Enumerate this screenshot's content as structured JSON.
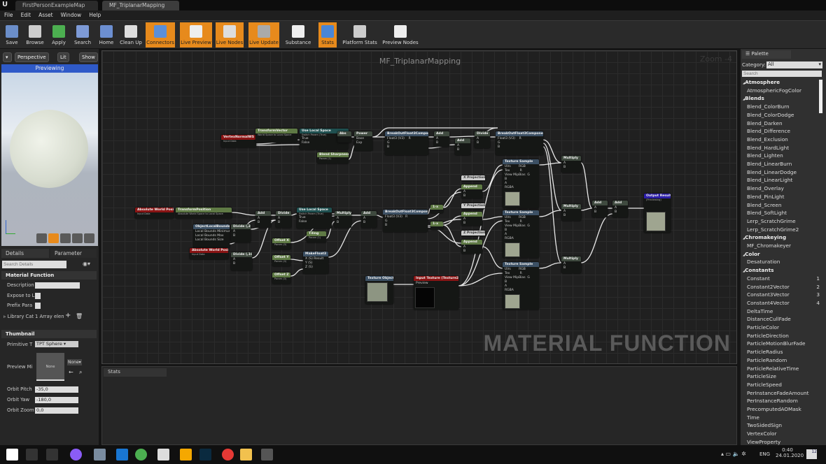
{
  "tabs": [
    {
      "label": "FirstPersonExampleMap"
    },
    {
      "label": "MF_TriplanarMapping"
    }
  ],
  "menu": [
    "File",
    "Edit",
    "Asset",
    "Window",
    "Help"
  ],
  "toolbar": [
    {
      "label": "Save",
      "active": false,
      "icon": "save-icon"
    },
    {
      "label": "Browse",
      "active": false,
      "icon": "browse-icon"
    },
    {
      "label": "Apply",
      "active": false,
      "icon": "apply-check-icon"
    },
    {
      "label": "Search",
      "active": false,
      "icon": "search-icon"
    },
    {
      "label": "Home",
      "active": false,
      "icon": "home-icon"
    },
    {
      "label": "Clean Up",
      "active": false,
      "icon": "clean-up-icon"
    },
    {
      "label": "Connectors",
      "active": true,
      "icon": "connectors-icon"
    },
    {
      "label": "Live Preview",
      "active": true,
      "icon": "live-preview-icon"
    },
    {
      "label": "Live Nodes",
      "active": true,
      "icon": "live-nodes-icon"
    },
    {
      "label": "Live Update",
      "active": true,
      "icon": "live-update-icon"
    },
    {
      "label": "Substance",
      "active": false,
      "icon": "substance-icon"
    },
    {
      "label": "Stats",
      "active": true,
      "icon": "stats-icon"
    },
    {
      "label": "Platform Stats",
      "active": false,
      "icon": "platform-stats-icon"
    },
    {
      "label": "Preview Nodes",
      "active": false,
      "icon": "preview-nodes-icon"
    }
  ],
  "viewport": {
    "perspective": "Perspective",
    "lit": "Lit",
    "show": "Show",
    "status": "Previewing"
  },
  "details": {
    "tab_details": "Details",
    "tab_parameter": "Parameter",
    "search_placeholder": "Search Details",
    "section_material_function": "Material Function",
    "description_label": "Description",
    "expose_label": "Expose to L",
    "prefix_label": "Prefix Para",
    "library_label": "Library Cat",
    "library_value": "1 Array elen",
    "section_thumbnail": "Thumbnail",
    "primitive_label": "Primitive T",
    "primitive_value": "TPT Sphere",
    "preview_label": "Preview Mi",
    "preview_none": "None",
    "preview_select": "None",
    "orbit_pitch_label": "Orbit Pitch",
    "orbit_pitch": "-35,0",
    "orbit_yaw_label": "Orbit Yaw",
    "orbit_yaw": "-180,0",
    "orbit_zoom_label": "Orbit Zoom",
    "orbit_zoom": "0,0"
  },
  "graph": {
    "title": "MF_TriplanarMapping",
    "zoom": "Zoom -4",
    "watermark": "MATERIAL FUNCTION",
    "nodes": [
      {
        "title": "VertexNormalWS",
        "sub": "Input Data",
        "color": "red",
        "pins": ""
      },
      {
        "title": "TransformVector",
        "sub": "World Space to Local Space",
        "color": "green",
        "pins": ""
      },
      {
        "title": "Use Local Space",
        "sub": "Switch Param (True)",
        "color": "teal",
        "pins": "True\nFalse"
      },
      {
        "title": "Abs",
        "color": "gray",
        "pins": ""
      },
      {
        "title": "Power",
        "color": "gray",
        "pins": "Base\nExp"
      },
      {
        "title": "Blend Sharpness",
        "sub": "Param (1)",
        "color": "green",
        "pins": ""
      },
      {
        "title": "BreakOutFloat3Components",
        "color": "blue",
        "pins": "Float3 (V3)    R\nG\nB"
      },
      {
        "title": "Add",
        "color": "gray",
        "pins": "A\nB"
      },
      {
        "title": "Add",
        "color": "gray",
        "pins": "A\nB"
      },
      {
        "title": "Divide",
        "color": "gray",
        "pins": "A\nB"
      },
      {
        "title": "BreakOutFloat3Components",
        "color": "blue",
        "pins": "Float3 (V3)    R\nG\nB"
      },
      {
        "title": "Absolute World Position",
        "sub": "Input Data",
        "color": "red",
        "pins": ""
      },
      {
        "title": "TransformPosition",
        "sub": "Absolute World Space to Local Space",
        "color": "green",
        "pins": ""
      },
      {
        "title": "ObjectLocalBounds",
        "color": "blue",
        "pins": "Local Bounds Minimum\nLocal Bounds Max\nLocal Bounds Size"
      },
      {
        "title": "Divide (,2)",
        "color": "gray",
        "pins": "A\nB"
      },
      {
        "title": "Absolute World Position",
        "sub": "Input Data",
        "color": "red",
        "pins": ""
      },
      {
        "title": "Divide (,100)",
        "color": "gray",
        "pins": "A\nB"
      },
      {
        "title": "Add",
        "color": "gray",
        "pins": "A\nB"
      },
      {
        "title": "Divide",
        "color": "gray",
        "pins": "A\nB"
      },
      {
        "title": "Use Local Space",
        "sub": "Switch Param (True)",
        "color": "teal",
        "pins": "True\nFalse"
      },
      {
        "title": "Multiply",
        "color": "gray",
        "pins": "A\nB"
      },
      {
        "title": "Add",
        "color": "gray",
        "pins": "A\nB"
      },
      {
        "title": "Tiling",
        "sub": "Param (1)",
        "color": "green",
        "pins": ""
      },
      {
        "title": "Offset X",
        "sub": "Param (0)",
        "color": "green",
        "pins": ""
      },
      {
        "title": "Offset Y",
        "sub": "Param (0)",
        "color": "green",
        "pins": ""
      },
      {
        "title": "Offset Z",
        "sub": "Param (0)",
        "color": "green",
        "pins": ""
      },
      {
        "title": "MakeFloat3",
        "color": "blue",
        "pins": "X (S) Result\nY (S)\nZ (S)"
      },
      {
        "title": "BreakOutFloat3Components",
        "color": "blue",
        "pins": "Float3 (V3)   R\nG\nB"
      },
      {
        "title": "1-x",
        "color": "green",
        "pins": ""
      },
      {
        "title": "1-x",
        "color": "green",
        "pins": ""
      },
      {
        "title": "X Projection",
        "color": "lbl",
        "pins": ""
      },
      {
        "title": "Append",
        "color": "green",
        "pins": "A\nB"
      },
      {
        "title": "Y Projection",
        "color": "lbl",
        "pins": ""
      },
      {
        "title": "Append",
        "color": "green",
        "pins": "A\nB"
      },
      {
        "title": "Z Projection",
        "color": "lbl",
        "pins": ""
      },
      {
        "title": "Append",
        "color": "green",
        "pins": "A\nB"
      },
      {
        "title": "Texture Sample",
        "color": "blue",
        "pins": "UVs        RGB\nTex          R\nView MipBias  G\nB\nA\nRGBA"
      },
      {
        "title": "Texture Sample",
        "color": "blue",
        "pins": "UVs        RGB\nTex          R\nView MipBias  G\nB\nA\nRGBA"
      },
      {
        "title": "Texture Sample",
        "color": "blue",
        "pins": "UVs        RGB\nTex          R\nView MipBias  G\nB\nA\nRGBA"
      },
      {
        "title": "Texture Object",
        "color": "blue",
        "pins": ""
      },
      {
        "title": "Input Texture (Texture2D)",
        "color": "red",
        "pins": "Preview"
      },
      {
        "title": "Multiply",
        "color": "gray",
        "pins": "A\nB"
      },
      {
        "title": "Multiply",
        "color": "gray",
        "pins": "A\nB"
      },
      {
        "title": "Multiply",
        "color": "gray",
        "pins": "A\nB"
      },
      {
        "title": "Add",
        "color": "gray",
        "pins": "A\nB"
      },
      {
        "title": "Add",
        "color": "gray",
        "pins": "A\nB"
      },
      {
        "title": "Output Result",
        "sub": "(Previewing)",
        "color": "purple",
        "pins": ""
      }
    ]
  },
  "stats": {
    "tab": "Stats"
  },
  "palette": {
    "tab": "Palette",
    "category_label": "Category:",
    "category_value": "All",
    "search_placeholder": "Search",
    "items": [
      {
        "label": "Atmosphere",
        "cat": true
      },
      {
        "label": "AtmosphericFogColor"
      },
      {
        "label": "Blends",
        "cat": true
      },
      {
        "label": "Blend_ColorBurn"
      },
      {
        "label": "Blend_ColorDodge"
      },
      {
        "label": "Blend_Darken"
      },
      {
        "label": "Blend_Difference"
      },
      {
        "label": "Blend_Exclusion"
      },
      {
        "label": "Blend_HardLight"
      },
      {
        "label": "Blend_Lighten"
      },
      {
        "label": "Blend_LinearBurn"
      },
      {
        "label": "Blend_LinearDodge"
      },
      {
        "label": "Blend_LinearLight"
      },
      {
        "label": "Blend_Overlay"
      },
      {
        "label": "Blend_PinLight"
      },
      {
        "label": "Blend_Screen"
      },
      {
        "label": "Blend_SoftLight"
      },
      {
        "label": "Lerp_ScratchGrime"
      },
      {
        "label": "Lerp_ScratchGrime2"
      },
      {
        "label": "Chromakeying",
        "cat": true
      },
      {
        "label": "MF_Chromakeyer"
      },
      {
        "label": "Color",
        "cat": true
      },
      {
        "label": "Desaturation"
      },
      {
        "label": "Constants",
        "cat": true
      },
      {
        "label": "Constant",
        "num": "1"
      },
      {
        "label": "Constant2Vector",
        "num": "2"
      },
      {
        "label": "Constant3Vector",
        "num": "3"
      },
      {
        "label": "Constant4Vector",
        "num": "4"
      },
      {
        "label": "DeltaTime"
      },
      {
        "label": "DistanceCullFade"
      },
      {
        "label": "ParticleColor"
      },
      {
        "label": "ParticleDirection"
      },
      {
        "label": "ParticleMotionBlurFade"
      },
      {
        "label": "ParticleRadius"
      },
      {
        "label": "ParticleRandom"
      },
      {
        "label": "ParticleRelativeTime"
      },
      {
        "label": "ParticleSize"
      },
      {
        "label": "ParticleSpeed"
      },
      {
        "label": "PerInstanceFadeAmount"
      },
      {
        "label": "PerInstanceRandom"
      },
      {
        "label": "PrecomputedAOMask"
      },
      {
        "label": "Time"
      },
      {
        "label": "TwoSidedSign"
      },
      {
        "label": "VertexColor"
      },
      {
        "label": "ViewProperty"
      }
    ]
  },
  "taskbar": {
    "apps": [
      "start-icon",
      "search-icon",
      "task-view-icon",
      "alice-icon",
      "photos-icon",
      "teamviewer-icon",
      "chrome-icon",
      "calendar-icon",
      "triangle-app-icon",
      "photoshop-icon",
      "yandex-icon",
      "explorer-icon",
      "unreal-icon"
    ],
    "lang": "ENG",
    "time": "0:40",
    "date": "24.01.2020",
    "notif": "12"
  },
  "colors": {
    "accent": "#e78a1c",
    "preview_bar": "#2f5ac8"
  }
}
